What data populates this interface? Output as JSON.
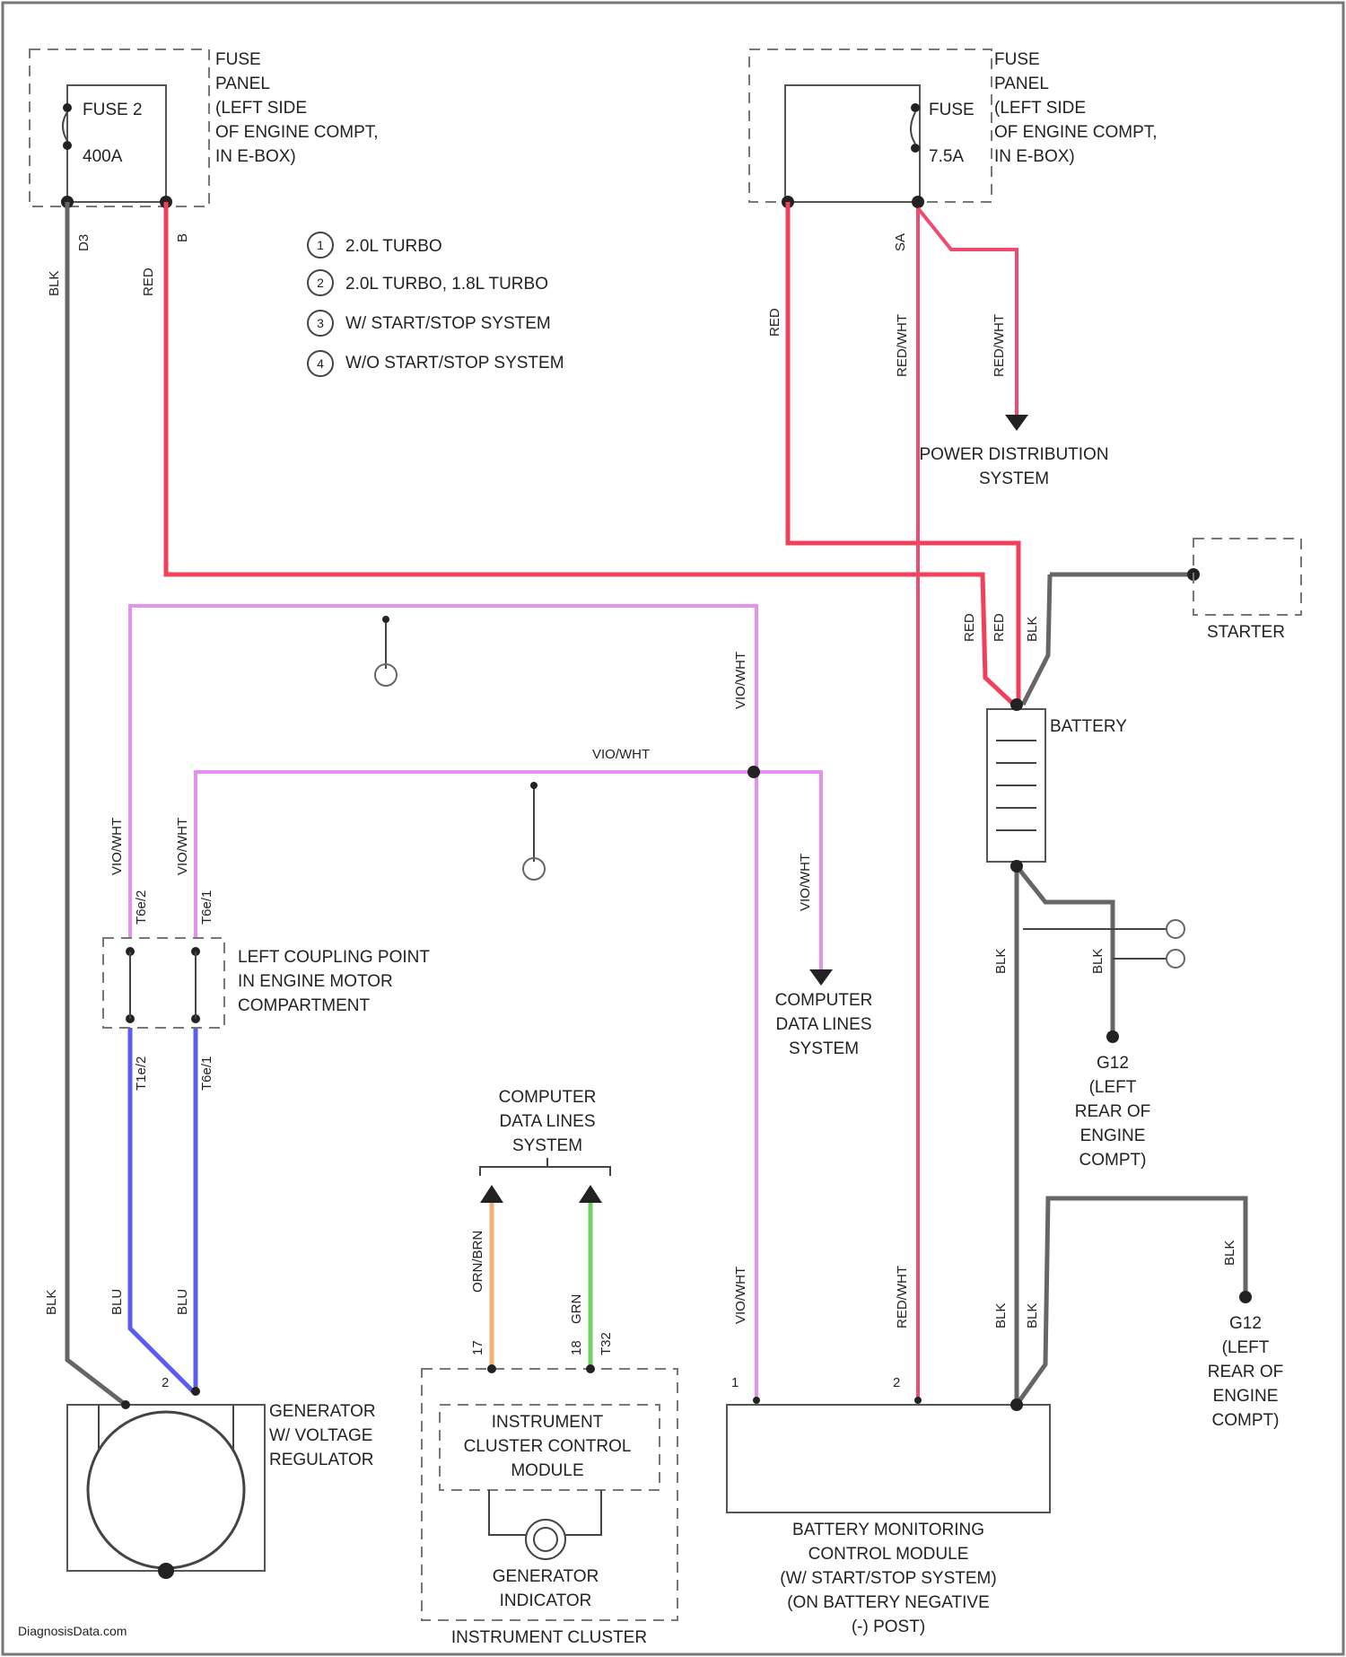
{
  "components": {
    "fuse_panel_left": [
      "FUSE",
      "PANEL",
      "(LEFT SIDE",
      "OF ENGINE COMPT,",
      "IN E-BOX)"
    ],
    "fuse_left_name": "FUSE 2",
    "fuse_left_rating": "400A",
    "fuse_panel_right": [
      "FUSE",
      "PANEL",
      "(LEFT SIDE",
      "OF ENGINE COMPT,",
      "IN E-BOX)"
    ],
    "fuse_right_name": "FUSE",
    "fuse_right_rating": "7.5A",
    "power_distribution": [
      "POWER DISTRIBUTION",
      "SYSTEM"
    ],
    "starter": "STARTER",
    "battery": "BATTERY",
    "coupling_point": [
      "LEFT COUPLING POINT",
      "IN ENGINE MOTOR",
      "COMPARTMENT"
    ],
    "computer_data_lines_right": [
      "COMPUTER",
      "DATA LINES",
      "SYSTEM"
    ],
    "computer_data_lines_center": [
      "COMPUTER",
      "DATA LINES",
      "SYSTEM"
    ],
    "g12_upper": [
      "G12",
      "(LEFT",
      "REAR OF",
      "ENGINE",
      "COMPT)"
    ],
    "g12_lower": [
      "G12",
      "(LEFT",
      "REAR OF",
      "ENGINE",
      "COMPT)"
    ],
    "generator": [
      "GENERATOR",
      "W/ VOLTAGE",
      "REGULATOR"
    ],
    "cluster_module": [
      "INSTRUMENT",
      "CLUSTER CONTROL",
      "MODULE"
    ],
    "generator_indicator": [
      "GENERATOR",
      "INDICATOR"
    ],
    "instrument_cluster": "INSTRUMENT CLUSTER",
    "battery_monitoring": [
      "BATTERY MONITORING",
      "CONTROL MODULE",
      "(W/ START/STOP SYSTEM)",
      "(ON BATTERY NEGATIVE",
      "(-) POST)"
    ]
  },
  "legend": [
    {
      "symbol": "1",
      "text": "2.0L TURBO"
    },
    {
      "symbol": "2",
      "text": "2.0L TURBO, 1.8L TURBO"
    },
    {
      "symbol": "3",
      "text": "W/ START/STOP SYSTEM"
    },
    {
      "symbol": "4",
      "text": "W/O START/STOP SYSTEM"
    }
  ],
  "wire_labels": {
    "blk": "BLK",
    "red": "RED",
    "red_wht": "RED/WHT",
    "vio_wht": "VIO/WHT",
    "blu": "BLU",
    "orn_brn": "ORN/BRN",
    "grn": "GRN"
  },
  "pins": {
    "fuse_left_in": "D3",
    "fuse_left_out": "B",
    "fuse_right_out": "SA",
    "coupling_top_1": "T6e/2",
    "coupling_top_2": "T6e/1",
    "coupling_bot_1": "T1e/2",
    "coupling_bot_2": "T6e/1",
    "cluster_pin_a": "17",
    "cluster_pin_b": "18",
    "cluster_pin_b2": "T32",
    "bmc_pin_1": "1",
    "bmc_pin_2": "2",
    "gen_pin": "2"
  },
  "watermark": "DiagnosisData.com",
  "colors": {
    "black_wire": "#666666",
    "red_wire": "#f0405a",
    "red_white_wire": "#f04a70",
    "violet_white_wire": "#e58ff0",
    "blue_wire": "#5a5cf0",
    "orange_wire": "#f0b070",
    "green_wire": "#70d060"
  }
}
